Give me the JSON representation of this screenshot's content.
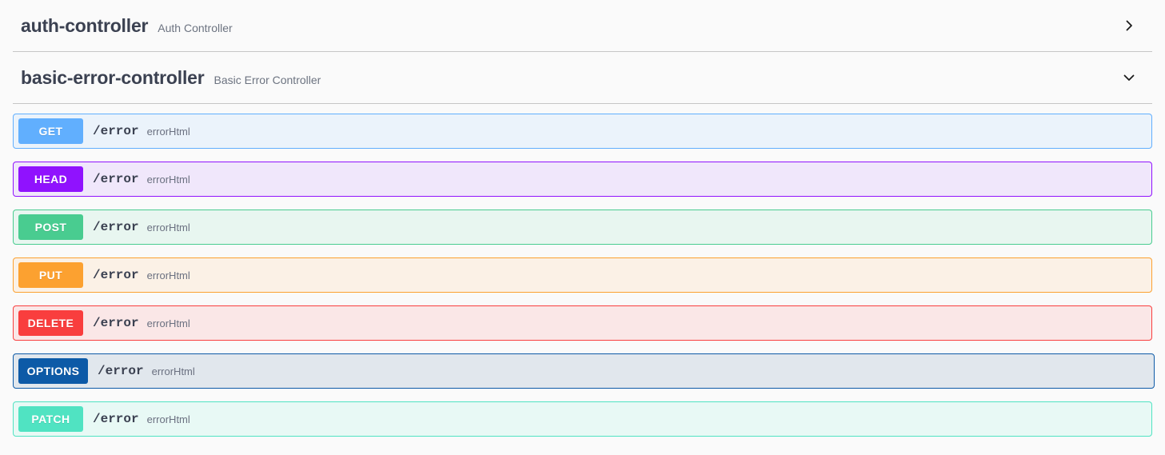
{
  "page": {
    "background": "#fafafa",
    "text_color": "#3b4151"
  },
  "sections": [
    {
      "id": "auth-controller",
      "name": "auth-controller",
      "description": "Auth Controller",
      "expanded": false,
      "chevron_icon": "chevron-right-icon",
      "operations": []
    },
    {
      "id": "basic-error-controller",
      "name": "basic-error-controller",
      "description": "Basic Error Controller",
      "expanded": true,
      "chevron_icon": "chevron-down-icon",
      "operations": [
        {
          "method": "GET",
          "path": "/error",
          "summary": "errorHtml",
          "badge_color": "#61affe",
          "row_bg": "#ebf3fb",
          "row_border": "#61affe",
          "wide": false
        },
        {
          "method": "HEAD",
          "path": "/error",
          "summary": "errorHtml",
          "badge_color": "#9012fe",
          "row_bg": "#f0e7fb",
          "row_border": "#9012fe",
          "wide": false
        },
        {
          "method": "POST",
          "path": "/error",
          "summary": "errorHtml",
          "badge_color": "#49cc90",
          "row_bg": "#e8f6f0",
          "row_border": "#49cc90",
          "wide": false
        },
        {
          "method": "PUT",
          "path": "/error",
          "summary": "errorHtml",
          "badge_color": "#fca130",
          "row_bg": "#fbf1e6",
          "row_border": "#fca130",
          "wide": false
        },
        {
          "method": "DELETE",
          "path": "/error",
          "summary": "errorHtml",
          "badge_color": "#f93e3e",
          "row_bg": "#fae7e7",
          "row_border": "#f93e3e",
          "wide": false
        },
        {
          "method": "OPTIONS",
          "path": "/error",
          "summary": "errorHtml",
          "badge_color": "#0d5aa7",
          "row_bg": "#e1e7ed",
          "row_border": "#0d5aa7",
          "wide": true
        },
        {
          "method": "PATCH",
          "path": "/error",
          "summary": "errorHtml",
          "badge_color": "#50e3c2",
          "row_bg": "#e8f9f5",
          "row_border": "#50e3c2",
          "wide": false
        }
      ]
    }
  ]
}
